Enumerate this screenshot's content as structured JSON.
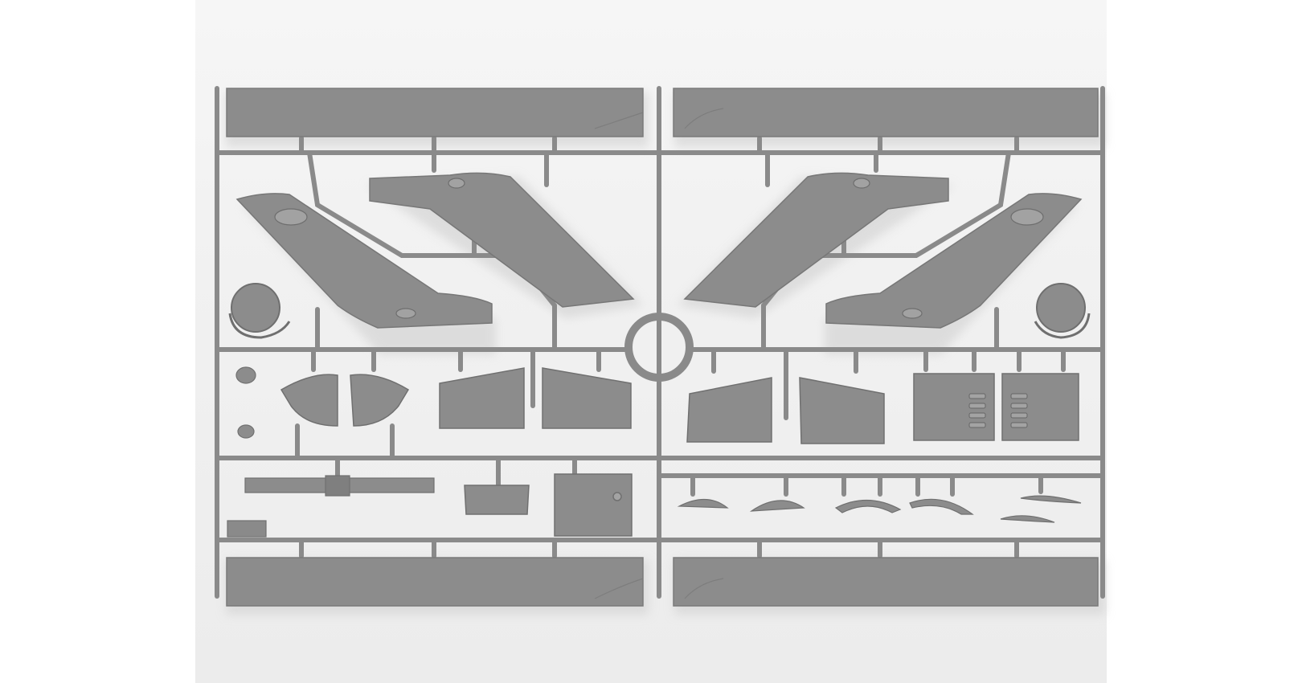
{
  "image": {
    "subject": "model-kit-sprue",
    "description_visible_text": "",
    "colors": {
      "page_background": "#ffffff",
      "photo_background": "#f1f1f1",
      "plastic": "#8c8c8c",
      "plastic_dark": "#6f6f6f",
      "plastic_light": "#a3a3a3",
      "shadow": "#cfcfcf"
    },
    "parts": {
      "long_panels": 4,
      "swept_tail_fins": 4,
      "round_dome_parts": 2,
      "cone_halves": 2,
      "square_flap_parts": 4,
      "louvered_panels": 2,
      "small_airfoil_parts": 6
    }
  }
}
